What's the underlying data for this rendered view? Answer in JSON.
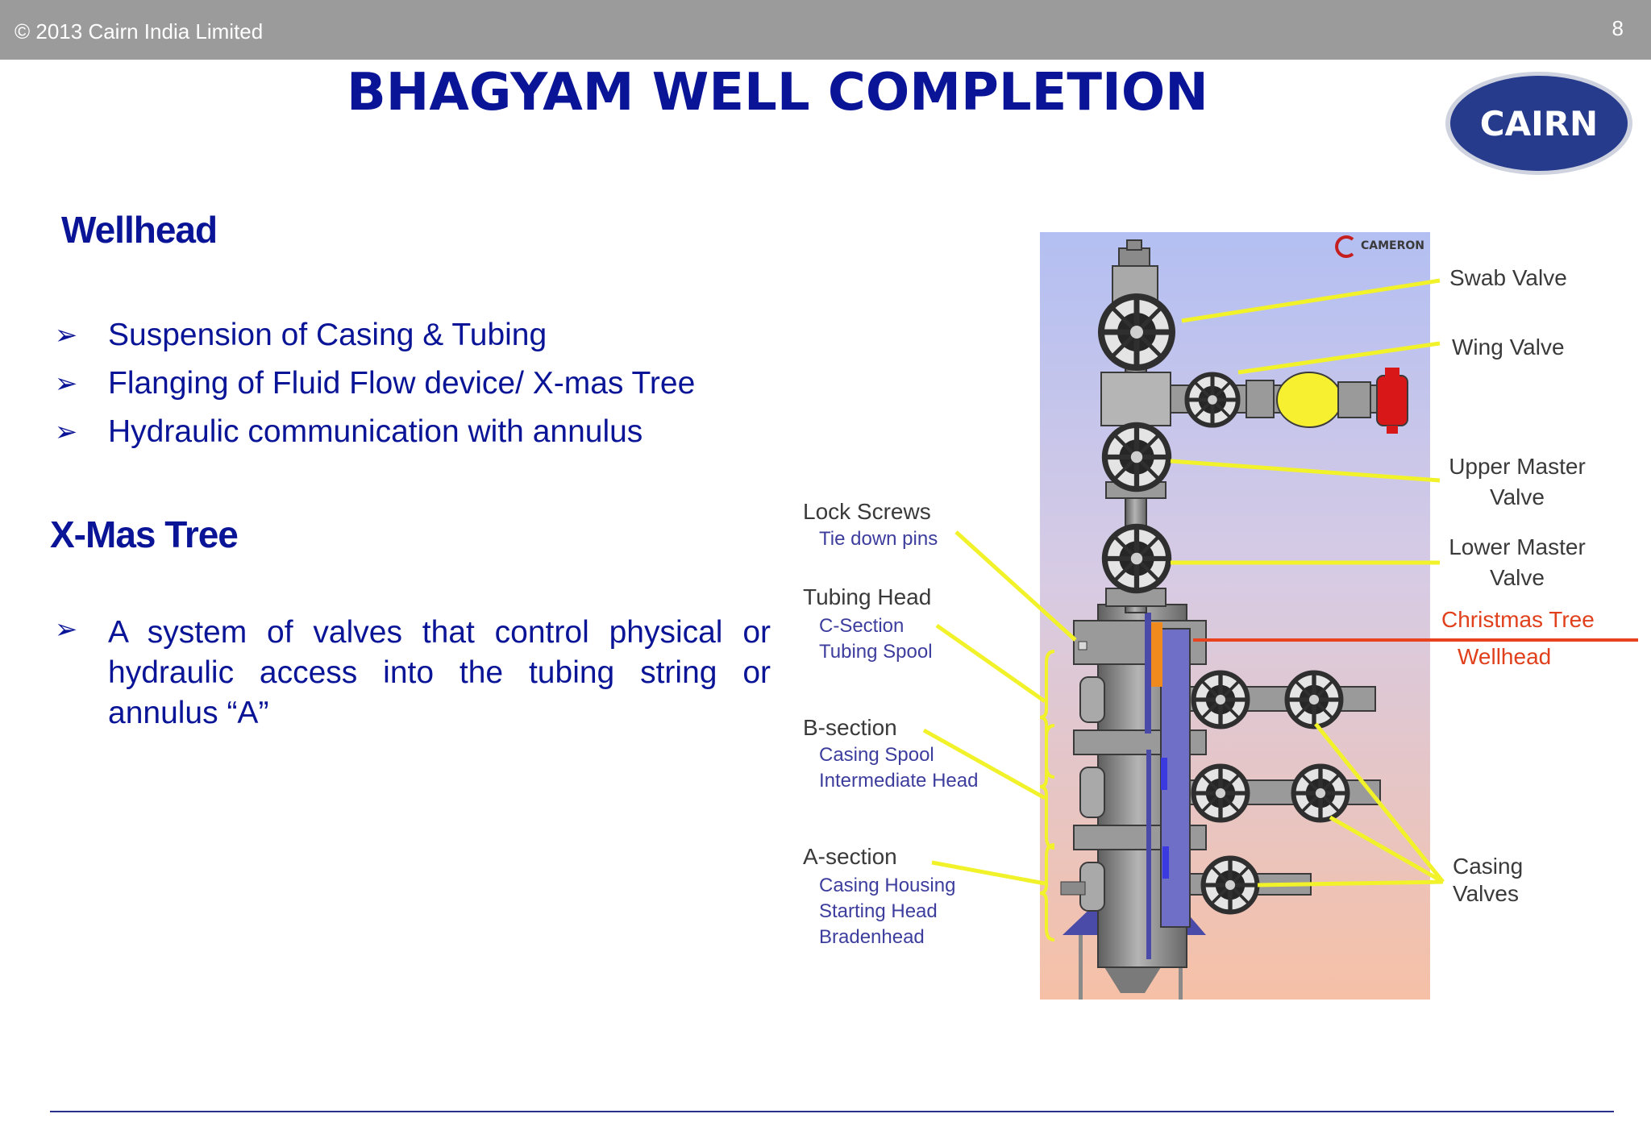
{
  "header": {
    "copyright": "© 2013 Cairn India Limited",
    "page_number": "8"
  },
  "title": "BHAGYAM WELL COMPLETION",
  "logo": {
    "text": "CAIRN",
    "color": "#243a8a"
  },
  "sections": {
    "wellhead": {
      "heading": "Wellhead",
      "bullets": [
        "Suspension of Casing & Tubing",
        "Flanging of Fluid Flow device/ X-mas Tree",
        "Hydraulic communication with annulus"
      ]
    },
    "xmas_tree": {
      "heading": "X-Mas Tree",
      "bullets": [
        "A system of valves that control physical or hydraulic access into the tubing string or annulus “A”"
      ]
    }
  },
  "diagram": {
    "brand": "CAMERON",
    "right_labels": {
      "swab": "Swab Valve",
      "wing": "Wing Valve",
      "upper_master_1": "Upper Master",
      "upper_master_2": "Valve",
      "lower_master_1": "Lower Master",
      "lower_master_2": "Valve",
      "christmas_tree": "Christmas Tree",
      "wellhead": "Wellhead",
      "casing_valves_1": "Casing",
      "casing_valves_2": "Valves"
    },
    "left_labels": {
      "lock_screws": "Lock Screws",
      "tie_down_pins": "Tie down pins",
      "tubing_head": "Tubing Head",
      "c_section": "C-Section",
      "tubing_spool": "Tubing Spool",
      "b_section": "B-section",
      "casing_spool": "Casing Spool",
      "intermediate_head": "Intermediate Head",
      "a_section": "A-section",
      "casing_housing": "Casing Housing",
      "starting_head": "Starting Head",
      "bradenhead": "Bradenhead"
    },
    "colors": {
      "pointer": "#f2f22a",
      "divider": "#e8431e",
      "heading_text": "#3a3a3a",
      "sub_text": "#3d3d9e",
      "red_text": "#e0401c"
    }
  },
  "arrow_glyph": "➢"
}
